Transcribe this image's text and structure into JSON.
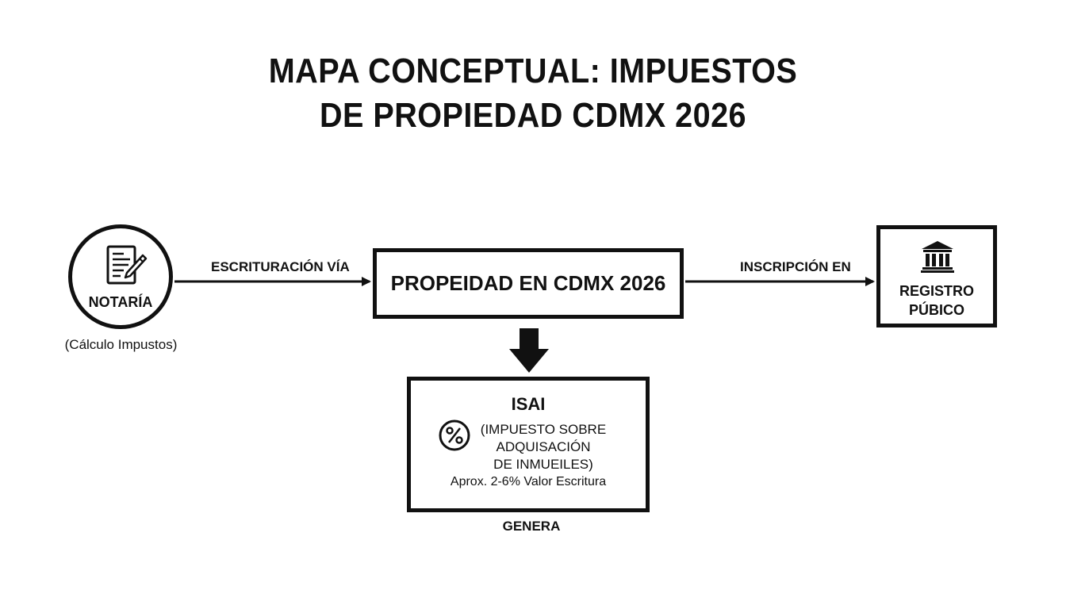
{
  "title": {
    "line1": "MAPA CONCEPTUAL: IMPUESTOS",
    "line2": "DE PROPIEDAD CDMX 2026"
  },
  "nodes": {
    "notaria": {
      "label": "NOTARÍA",
      "sublabel": "(Cálculo Impustos)",
      "icon": "document-pen-icon"
    },
    "propiedad": {
      "label": "PROPEIDAD EN CDMX 2026"
    },
    "registro": {
      "line1": "REGISTRO",
      "line2": "PÚBICO",
      "icon": "bank-building-icon"
    },
    "isai": {
      "title": "ISAI",
      "desc_line1": "(IMPUESTO SOBRE",
      "desc_line2": "ADQUISACIÓN",
      "desc_line3": "DE INMUEILES)",
      "note": "Aprox. 2-6% Valor Escritura",
      "icon": "percent-icon"
    }
  },
  "edges": {
    "escrituracion": "ESCRITURACIÓN VÍA",
    "inscripcion": "INSCRIPCIÓN EN",
    "genera": "GENERA"
  },
  "colors": {
    "ink": "#111111",
    "background": "#ffffff"
  }
}
